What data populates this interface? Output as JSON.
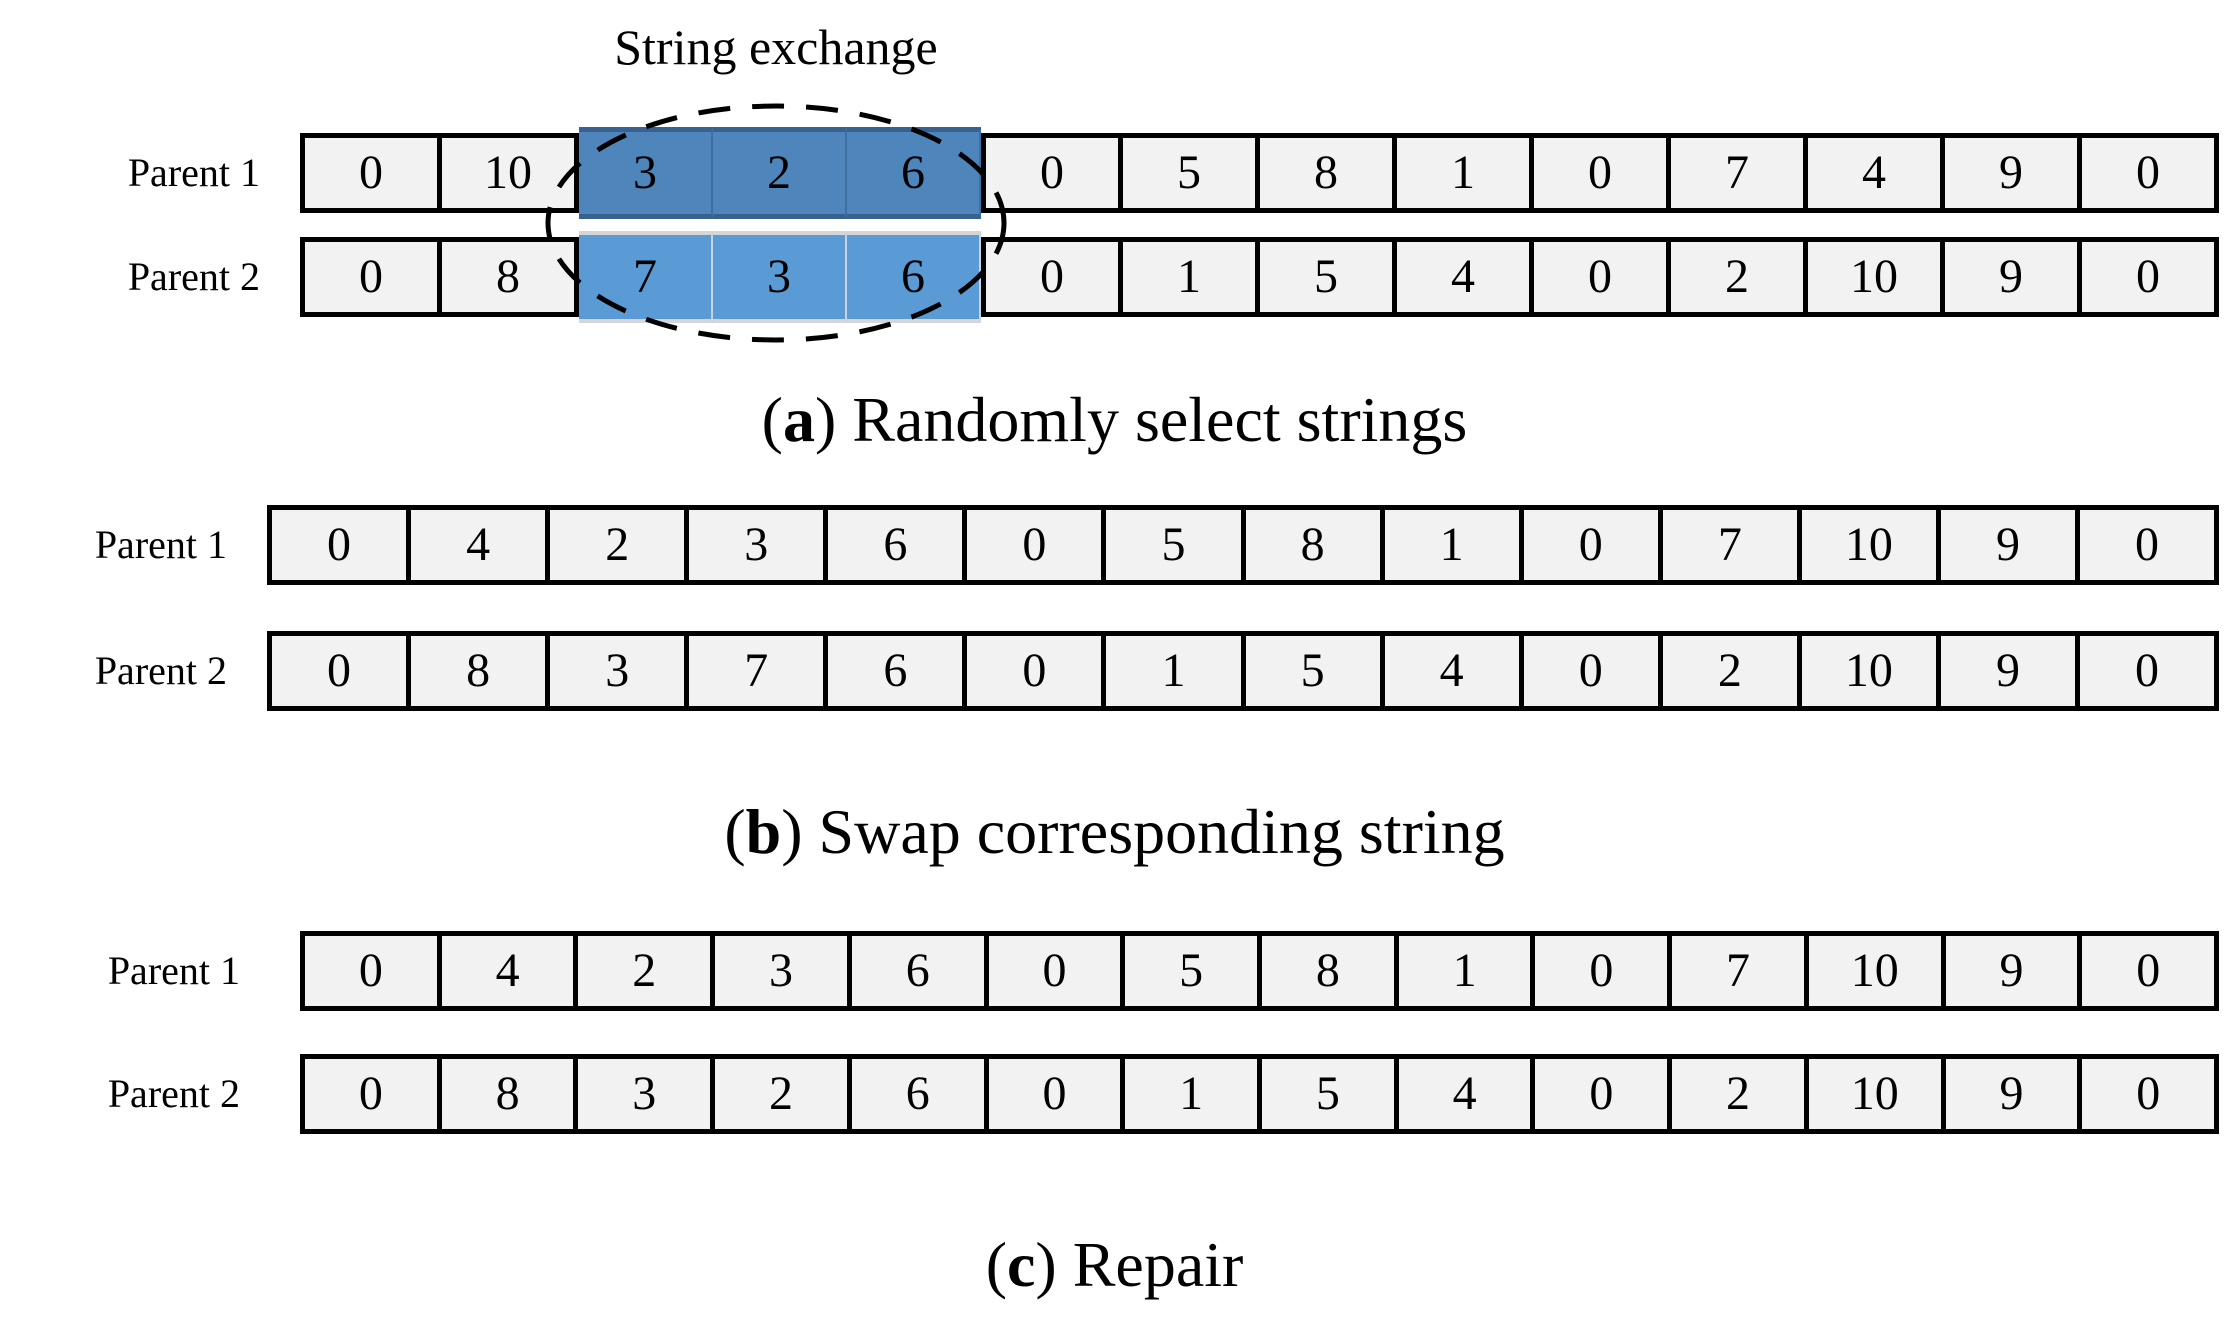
{
  "figure": {
    "annotation_label": "String exchange",
    "panels": [
      {
        "caption_letter": "a",
        "caption_text": " Randomly select strings",
        "rows": [
          {
            "label": "Parent 1",
            "values": [
              "0",
              "10",
              "3",
              "2",
              "6",
              "0",
              "5",
              "8",
              "1",
              "0",
              "7",
              "4",
              "9",
              "0"
            ],
            "highlight": [
              2,
              3,
              4
            ],
            "highlight_style": "dark"
          },
          {
            "label": "Parent 2",
            "values": [
              "0",
              "8",
              "7",
              "3",
              "6",
              "0",
              "1",
              "5",
              "4",
              "0",
              "2",
              "10",
              "9",
              "0"
            ],
            "highlight": [
              2,
              3,
              4
            ],
            "highlight_style": "light"
          }
        ]
      },
      {
        "caption_letter": "b",
        "caption_text": " Swap corresponding string",
        "rows": [
          {
            "label": "Parent 1",
            "values": [
              "0",
              "4",
              "2",
              "3",
              "6",
              "0",
              "5",
              "8",
              "1",
              "0",
              "7",
              "10",
              "9",
              "0"
            ],
            "highlight": [],
            "highlight_style": ""
          },
          {
            "label": "Parent 2",
            "values": [
              "0",
              "8",
              "3",
              "7",
              "6",
              "0",
              "1",
              "5",
              "4",
              "0",
              "2",
              "10",
              "9",
              "0"
            ],
            "highlight": [],
            "highlight_style": ""
          }
        ]
      },
      {
        "caption_letter": "c",
        "caption_text": " Repair",
        "rows": [
          {
            "label": "Parent 1",
            "values": [
              "0",
              "4",
              "2",
              "3",
              "6",
              "0",
              "5",
              "8",
              "1",
              "0",
              "7",
              "10",
              "9",
              "0"
            ],
            "highlight": [],
            "highlight_style": ""
          },
          {
            "label": "Parent 2",
            "values": [
              "0",
              "8",
              "3",
              "2",
              "6",
              "0",
              "1",
              "5",
              "4",
              "0",
              "2",
              "10",
              "9",
              "0"
            ],
            "highlight": [],
            "highlight_style": ""
          }
        ]
      }
    ],
    "colors": {
      "cell_bg": "#f2f2f2",
      "cell_border": "#000000",
      "highlight_dark": "#4e86bc",
      "highlight_dark_edge": "#38618f",
      "highlight_dark_sep": "#3d6fa0",
      "highlight_light": "#5b9bd5",
      "highlight_light_edge": "#d6d6d6",
      "highlight_light_sep": "#c9d3dd",
      "ellipse_stroke": "#000000"
    }
  }
}
